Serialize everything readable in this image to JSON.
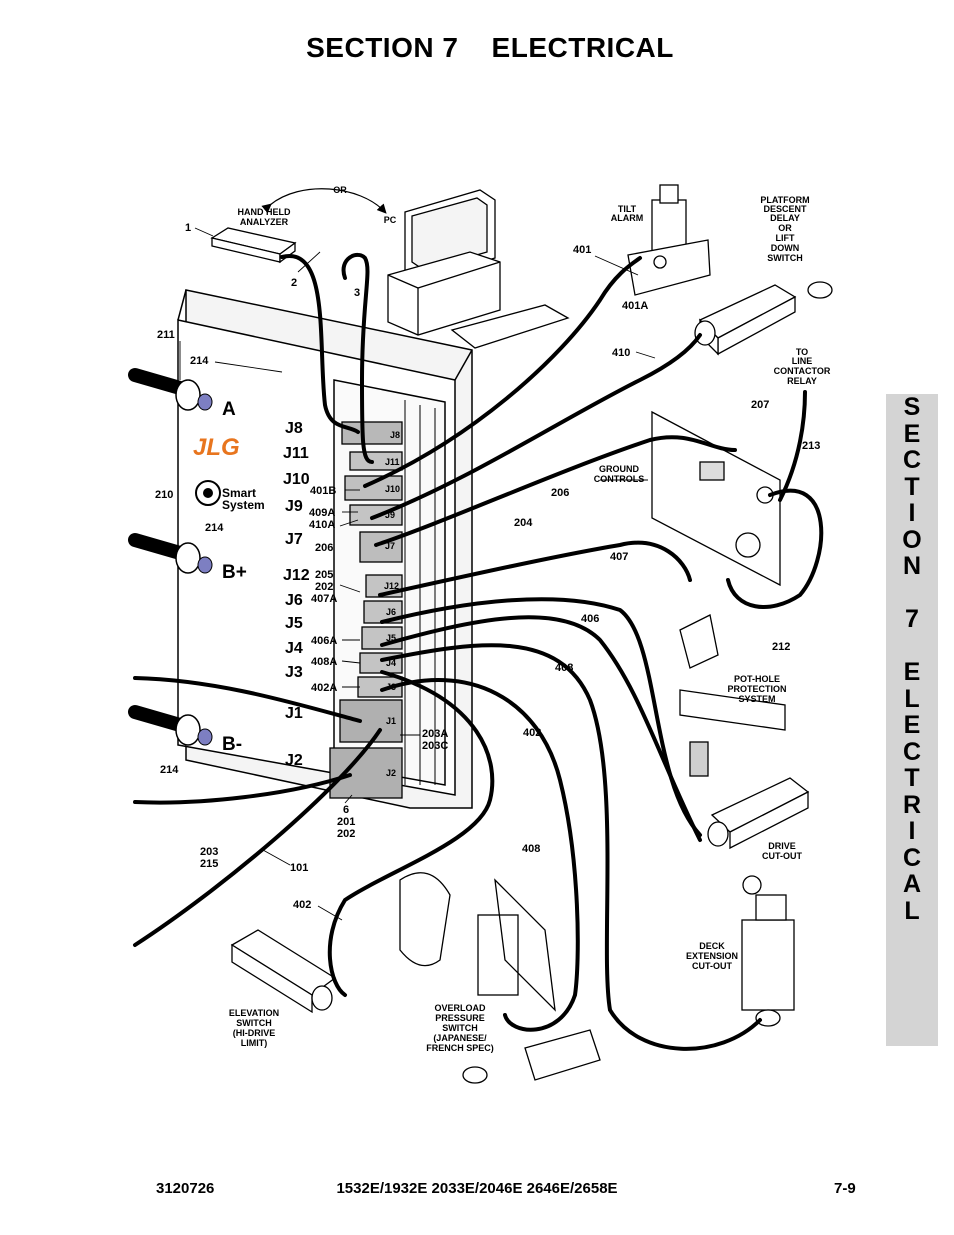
{
  "header": {
    "title": "SECTION 7    ELECTRICAL"
  },
  "side_tab": {
    "letters": [
      "S",
      "E",
      "C",
      "T",
      "I",
      "O",
      "N",
      "",
      "7",
      "",
      "E",
      "L",
      "E",
      "C",
      "T",
      "R",
      "I",
      "C",
      "A",
      "L"
    ]
  },
  "footer": {
    "doc_number": "3120726",
    "models": "1532E/1932E 2033E/2046E 2646E/2658E",
    "page": "7-9"
  },
  "diagram": {
    "labels": {
      "or": "OR",
      "hand_held_1": "HAND HELD",
      "hand_held_2": "ANALYZER",
      "pc": "PC",
      "tilt_1": "TILT",
      "tilt_2": "ALARM",
      "plat_1": "PLATFORM",
      "plat_2": "DESCENT",
      "plat_3": "DELAY",
      "plat_4": "OR",
      "plat_5": "LIFT",
      "plat_6": "DOWN",
      "plat_7": "SWITCH",
      "to_line_1": "TO",
      "to_line_2": "LINE",
      "to_line_3": "CONTACTOR",
      "to_line_4": "RELAY",
      "ground_1": "GROUND",
      "ground_2": "CONTROLS",
      "pothole_1": "POT-HOLE",
      "pothole_2": "PROTECTION",
      "pothole_3": "SYSTEM",
      "drive_1": "DRIVE",
      "drive_2": "CUT-OUT",
      "deck_1": "DECK",
      "deck_2": "EXTENSION",
      "deck_3": "CUT-OUT",
      "elev_1": "ELEVATION",
      "elev_2": "SWITCH",
      "elev_3": "(HI-DRIVE",
      "elev_4": "LIMIT)",
      "over_1": "OVERLOAD",
      "over_2": "PRESSURE",
      "over_3": "SWITCH",
      "over_4": "(JAPANESE/",
      "over_5": "FRENCH SPEC)",
      "smart_1": "Smart",
      "smart_2": "System",
      "jlg_logo": "JLG",
      "term_a": "A",
      "term_bp": "B+",
      "term_bm": "B-"
    },
    "callouts": {
      "c1": "1",
      "c2": "2",
      "c3": "3",
      "c211": "211",
      "c214a": "214",
      "c210": "210",
      "c214b": "214",
      "c214c": "214",
      "c401": "401",
      "c401a": "401A",
      "c410": "410",
      "c207": "207",
      "c213": "213",
      "c206": "206",
      "c204": "204",
      "c407": "407",
      "c406": "406",
      "c408a": "408",
      "c402a": "402",
      "c408b": "408",
      "c212": "212",
      "c401b": "401B",
      "c409a": "409A",
      "c410a": "410A",
      "c206b": "206",
      "c205": "205",
      "c202": "202",
      "c407a": "407A",
      "c406a": "406A",
      "c408aa": "408A",
      "c402aa": "402A",
      "c203a": "203A",
      "c203c": "203C",
      "c6": "6",
      "c201": "201",
      "c202b": "202",
      "c203": "203",
      "c215": "215",
      "c101": "101",
      "c402b": "402"
    },
    "jacks": {
      "j8": "J8",
      "j11": "J11",
      "j10": "J10",
      "j9": "J9",
      "j7": "J7",
      "j12": "J12",
      "j6": "J6",
      "j5": "J5",
      "j4": "J4",
      "j3": "J3",
      "j1": "J1",
      "j2": "J2"
    }
  }
}
